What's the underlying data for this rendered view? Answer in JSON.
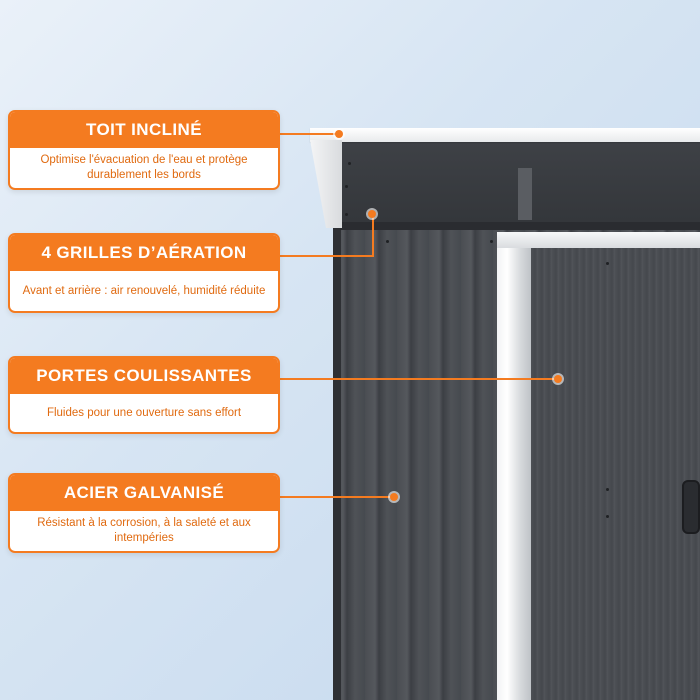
{
  "callouts": [
    {
      "title": "TOIT INCLINÉ",
      "description": "Optimise l'évacuation de l'eau et protège durablement les bords"
    },
    {
      "title": "4 GRILLES D’AÉRATION",
      "description": "Avant et arrière : air renouvelé, humidité réduite"
    },
    {
      "title": "PORTES COULISSANTES",
      "description": "Fluides pour une ouverture sans effort"
    },
    {
      "title": "ACIER GALVANISÉ",
      "description": "Résistant à la corrosion, à la saleté et aux intempéries"
    }
  ],
  "colors": {
    "accent": "#f47b20",
    "shed": "#4a4d52",
    "trim": "#ffffff",
    "background": "#d7e5f3"
  }
}
